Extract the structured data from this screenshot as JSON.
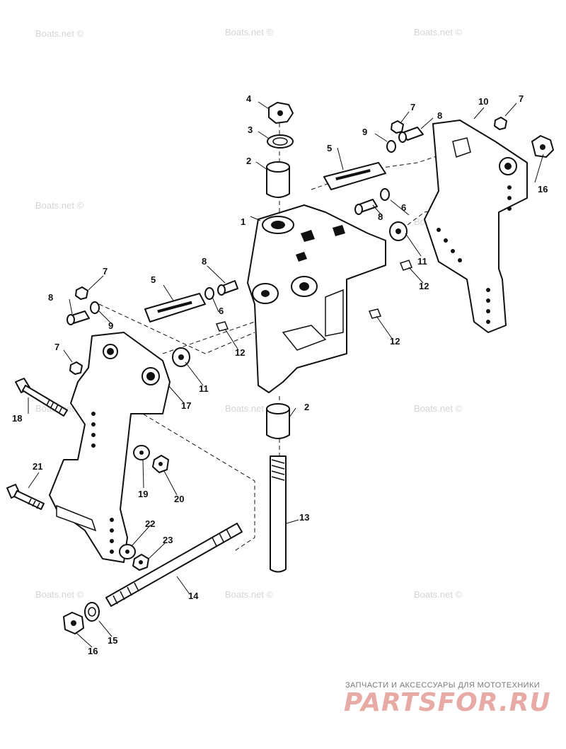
{
  "watermark": {
    "text": "Boats.net ©"
  },
  "callouts": {
    "c1": "1",
    "c2a": "2",
    "c2b": "2",
    "c3": "3",
    "c4": "4",
    "c5a": "5",
    "c5b": "5",
    "c6a": "6",
    "c6b": "6",
    "c7a": "7",
    "c7b": "7",
    "c7c": "7",
    "c7d": "7",
    "c8a": "8",
    "c8b": "8",
    "c8c": "8",
    "c8d": "8",
    "c9a": "9",
    "c9b": "9",
    "c10": "10",
    "c11a": "11",
    "c11b": "11",
    "c12a": "12",
    "c12b": "12",
    "c12c": "12",
    "c13": "13",
    "c14": "14",
    "c15": "15",
    "c16a": "16",
    "c16b": "16",
    "c17": "17",
    "c18": "18",
    "c19": "19",
    "c20": "20",
    "c21": "21",
    "c22": "22",
    "c23": "23"
  },
  "brand": {
    "caption": "ЗАПЧАСТИ И АКСЕССУАРЫ ДЛЯ МОТОТЕХНИКИ",
    "logo": "PARTSFOR.RU",
    "color": "#e8aaa5"
  }
}
